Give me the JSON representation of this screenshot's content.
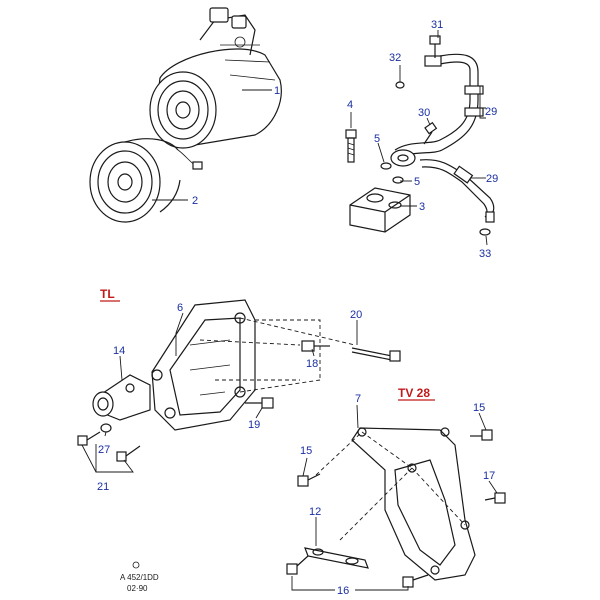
{
  "sections": {
    "tl": "TL",
    "tv28": "TV 28"
  },
  "callouts": {
    "c1": "1",
    "c2": "2",
    "c3": "3",
    "c4": "4",
    "c5a": "5",
    "c5b": "5",
    "c6": "6",
    "c7": "7",
    "c12": "12",
    "c14": "14",
    "c15a": "15",
    "c15b": "15",
    "c16": "16",
    "c17": "17",
    "c18": "18",
    "c19": "19",
    "c20": "20",
    "c21": "21",
    "c27": "27",
    "c29a": "29",
    "c29b": "29",
    "c30": "30",
    "c31": "31",
    "c32": "32",
    "c33": "33"
  },
  "reference": {
    "code": "A 452/1DD",
    "date": "02·90"
  },
  "colors": {
    "callout": "#1a2fa0",
    "section": "#c01a1a",
    "line": "#1a1a1a"
  }
}
